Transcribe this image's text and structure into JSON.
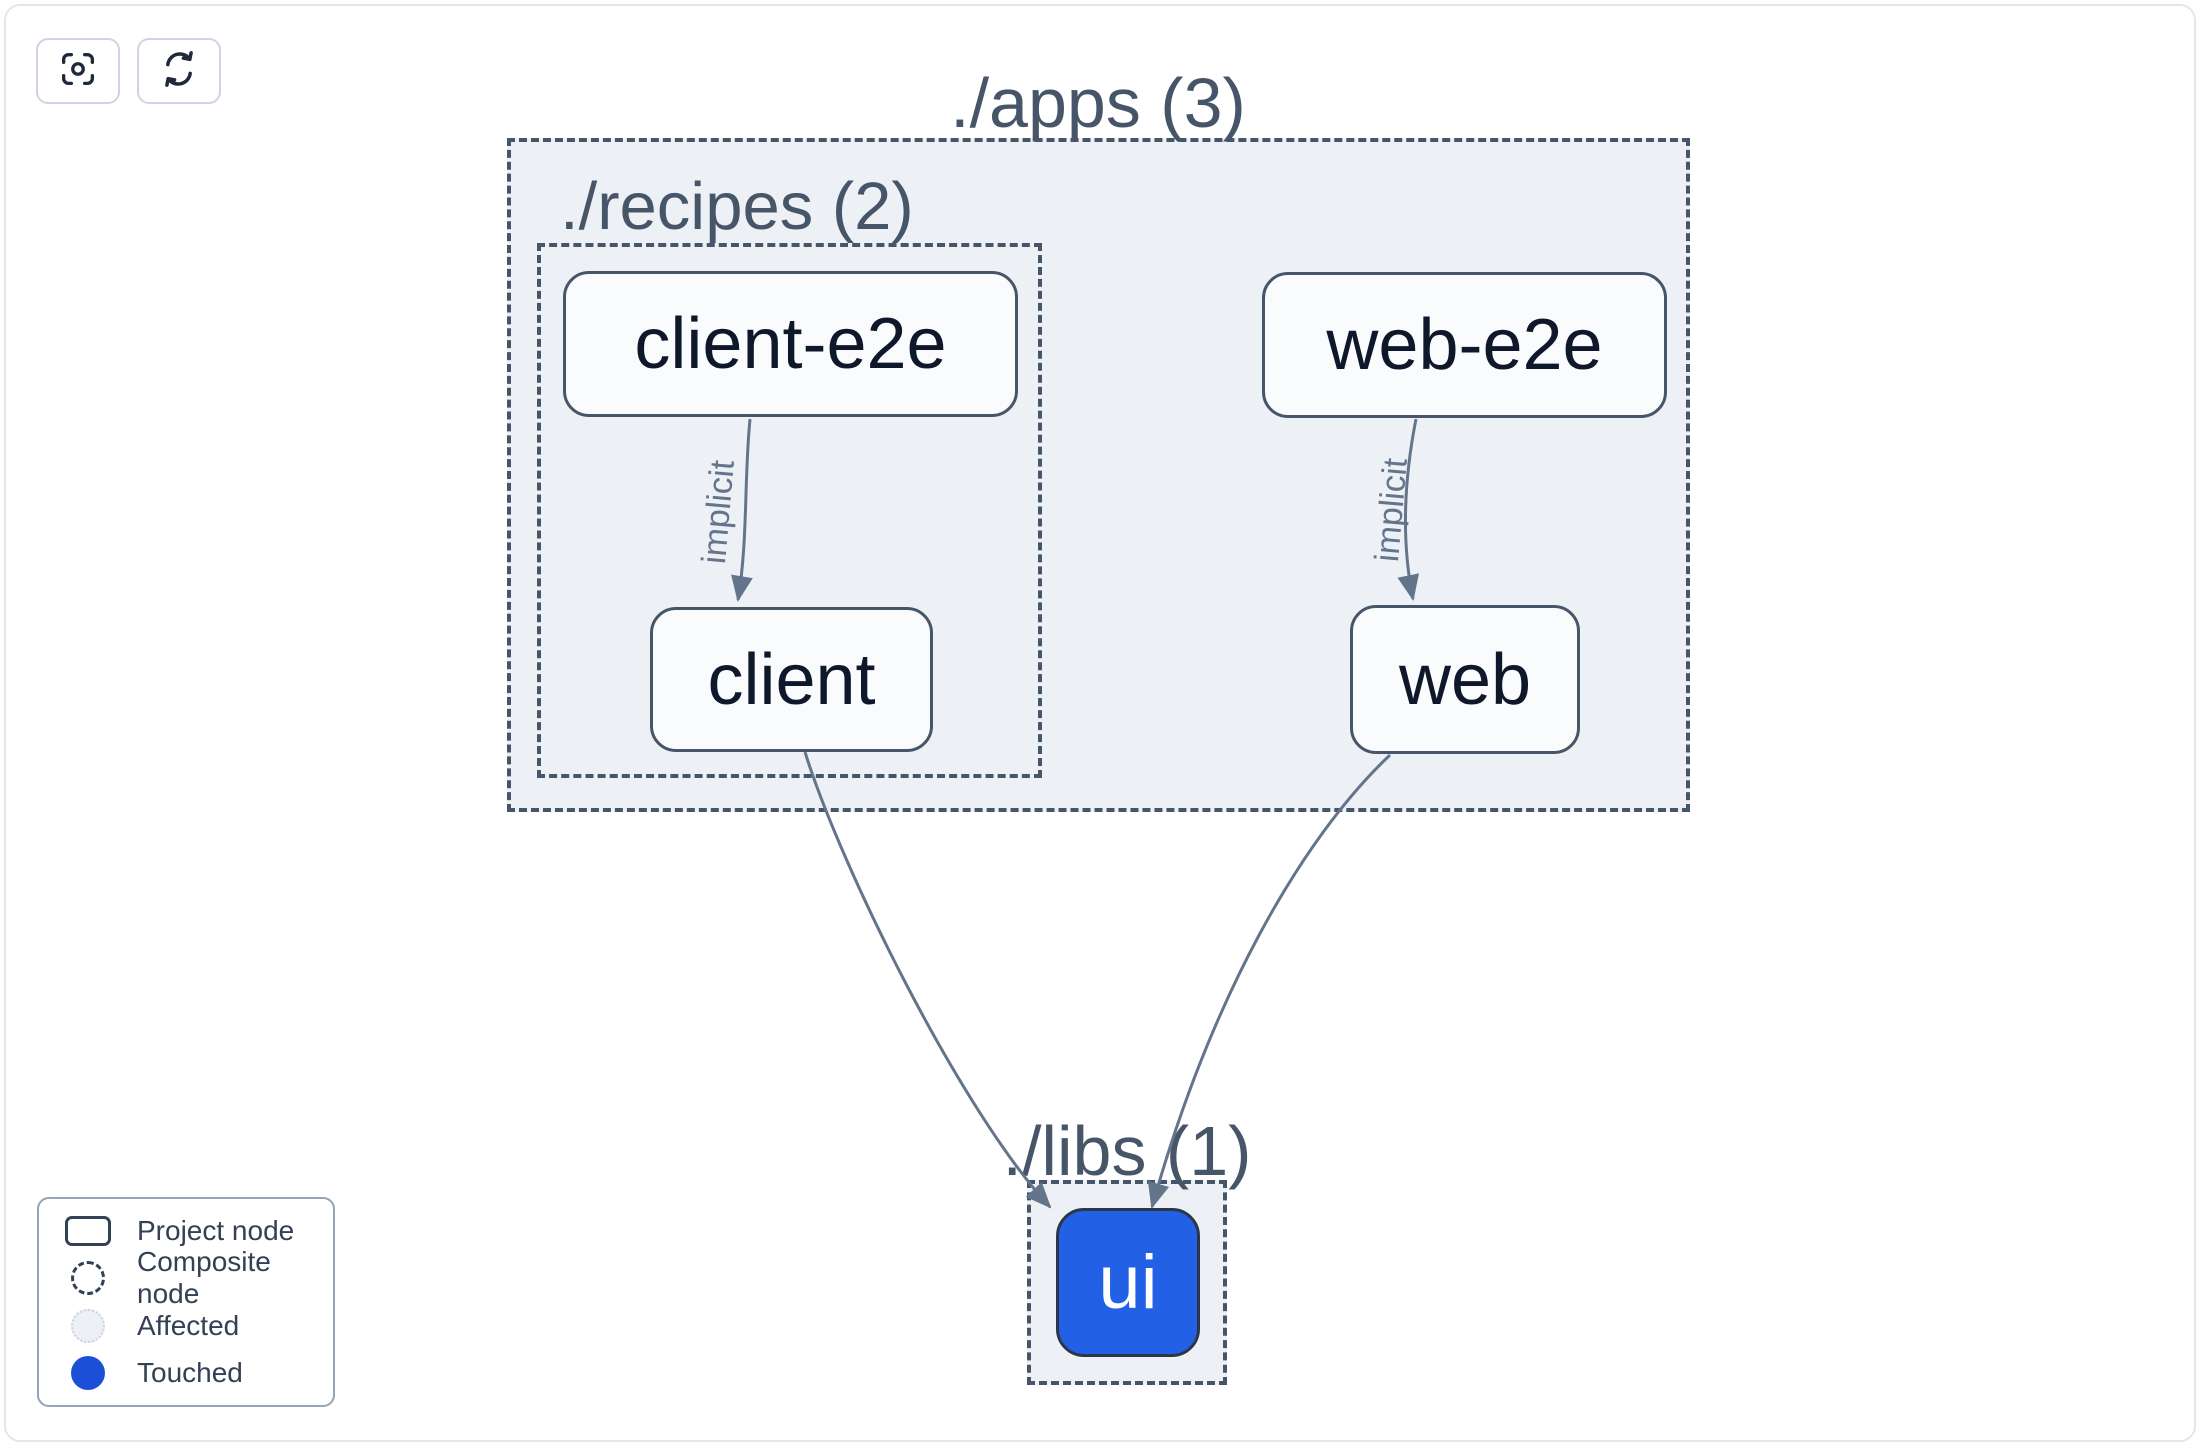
{
  "toolbar": {
    "buttons": [
      {
        "name": "fit-to-view",
        "icon": "focus-icon"
      },
      {
        "name": "reload-graph",
        "icon": "refresh-icon"
      }
    ]
  },
  "graph": {
    "containers": [
      {
        "id": "apps",
        "label": "./apps (3)",
        "count": 3
      },
      {
        "id": "recipes",
        "label": "./recipes (2)",
        "count": 2
      },
      {
        "id": "libs",
        "label": "./libs (1)",
        "count": 1
      }
    ],
    "nodes": [
      {
        "id": "client-e2e",
        "label": "client-e2e",
        "type": "project"
      },
      {
        "id": "web-e2e",
        "label": "web-e2e",
        "type": "project"
      },
      {
        "id": "client",
        "label": "client",
        "type": "project"
      },
      {
        "id": "web",
        "label": "web",
        "type": "project"
      },
      {
        "id": "ui",
        "label": "ui",
        "type": "touched"
      }
    ],
    "edges": [
      {
        "from": "client-e2e",
        "to": "client",
        "label": "implicit"
      },
      {
        "from": "web-e2e",
        "to": "web",
        "label": "implicit"
      },
      {
        "from": "client",
        "to": "ui",
        "label": ""
      },
      {
        "from": "web",
        "to": "ui",
        "label": ""
      }
    ]
  },
  "legend": {
    "items": [
      {
        "label": "Project node",
        "swatch": "project-node-swatch"
      },
      {
        "label": "Composite node",
        "swatch": "composite-node-swatch"
      },
      {
        "label": "Affected",
        "swatch": "affected-swatch"
      },
      {
        "label": "Touched",
        "swatch": "touched-swatch"
      }
    ]
  },
  "colors": {
    "touched_blue": "#1d4ed8",
    "node_blue": "#2261e6",
    "edge": "#64748b",
    "container_fill": "#edf1f6",
    "dark_slate_border": "#475569",
    "text_dark": "#0f172a"
  }
}
